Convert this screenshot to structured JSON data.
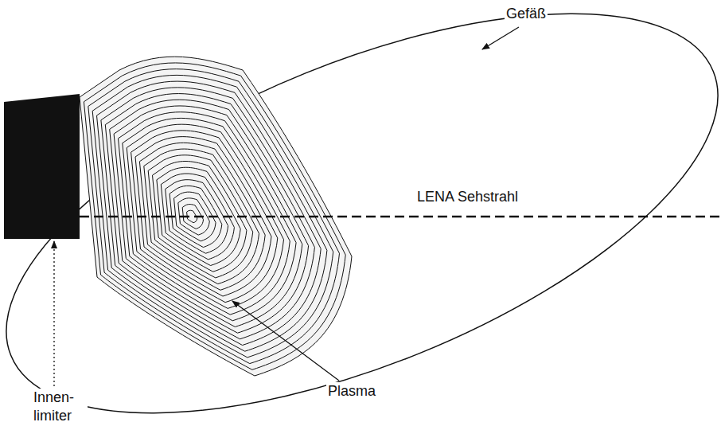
{
  "diagram": {
    "labels": [
      "Gefäß",
      "LENA Sehstrahl",
      "Innen- limiter",
      "Plasma"
    ]
  }
}
